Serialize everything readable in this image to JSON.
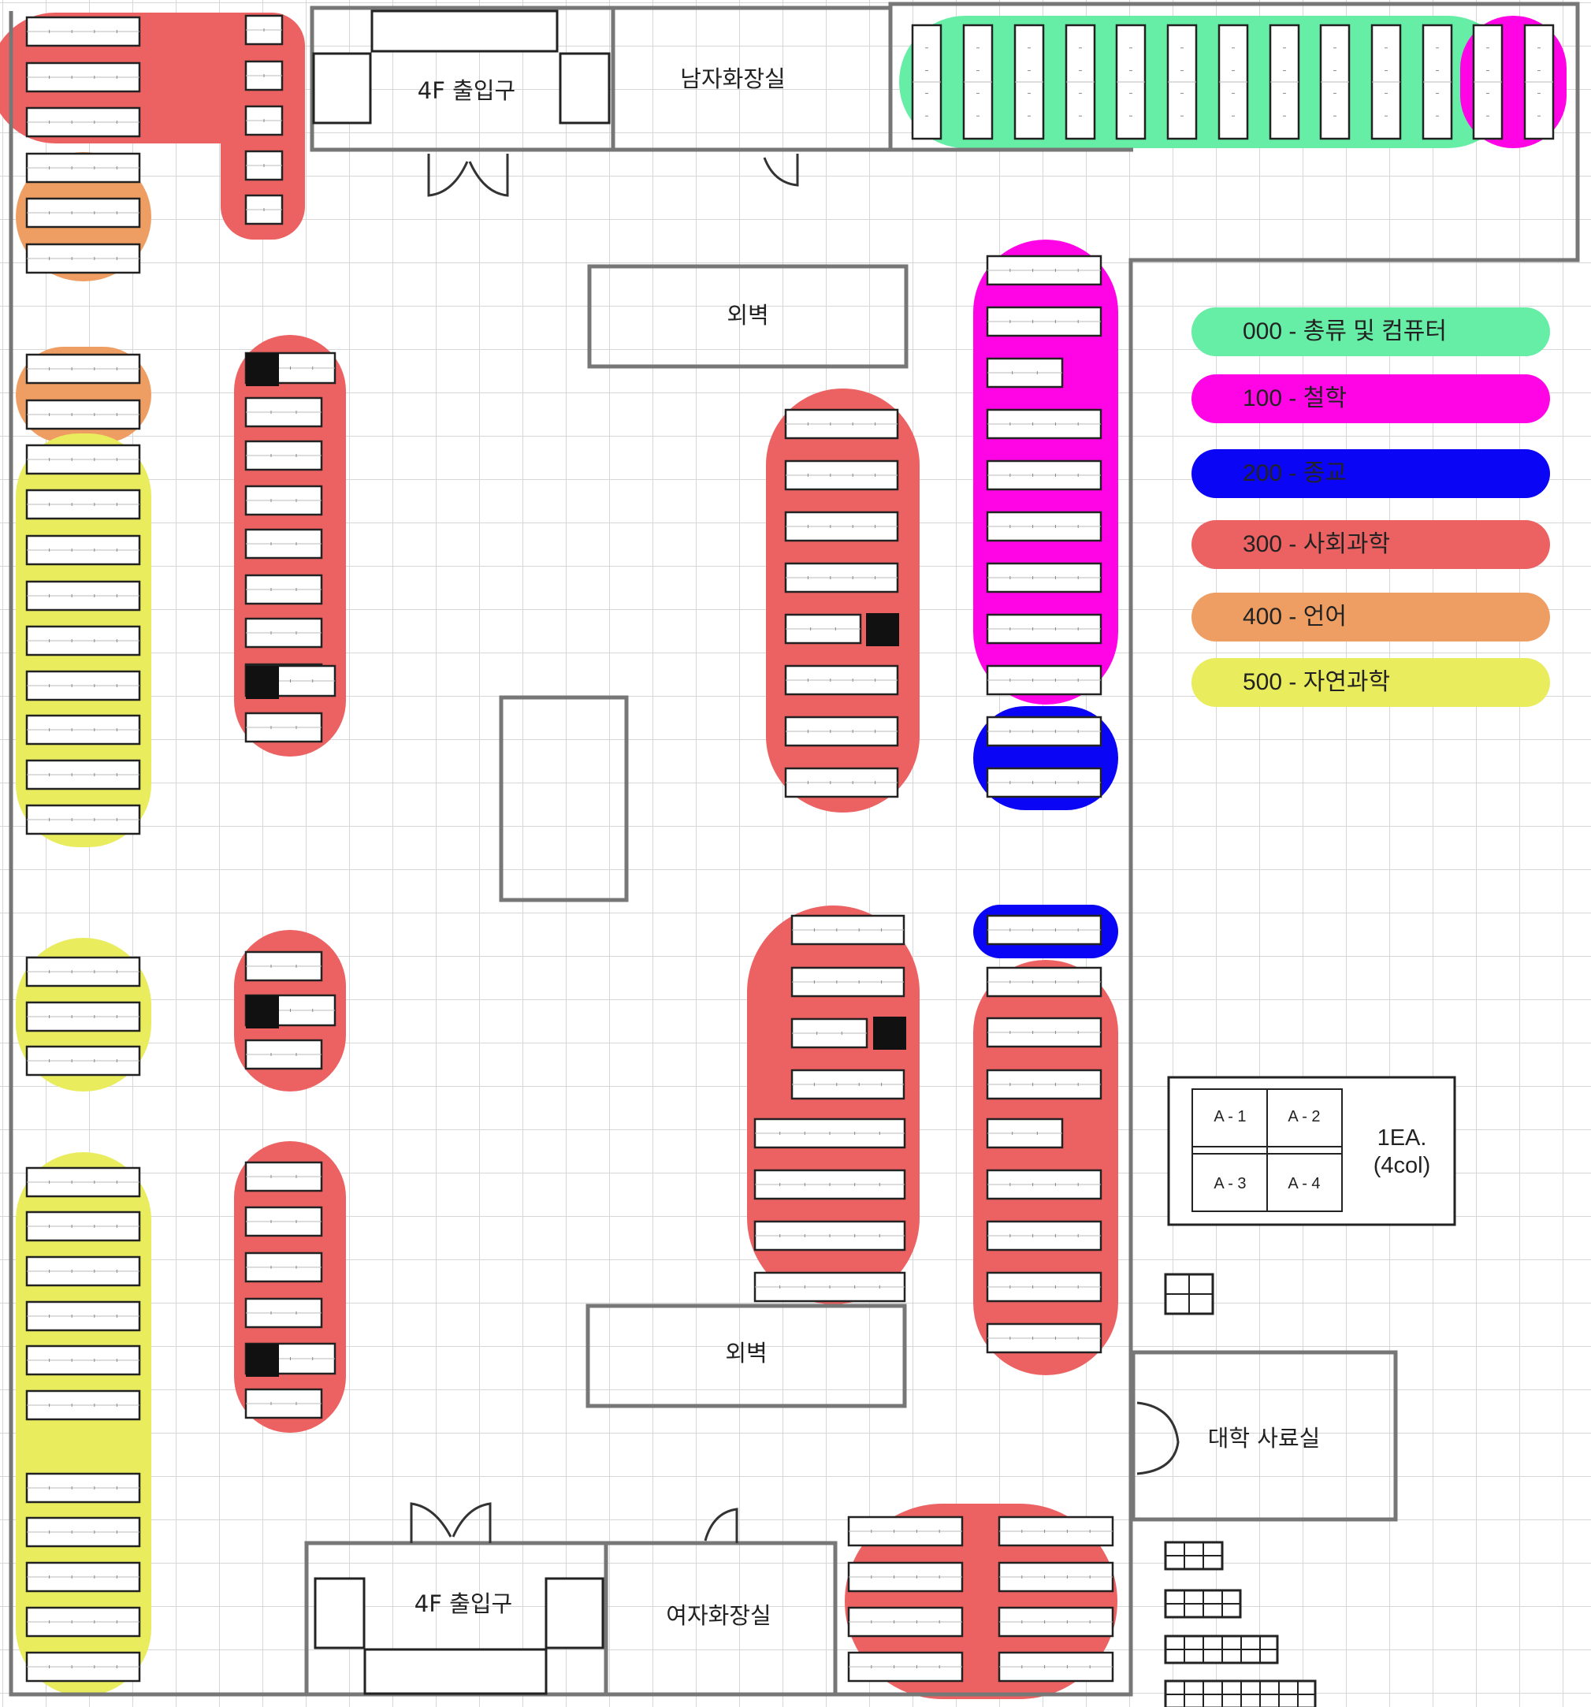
{
  "rooms": {
    "entrance_top": "4F 출입구",
    "entrance_bottom": "4F 출입구",
    "mens_restroom": "남자화장실",
    "womens_restroom": "여자화장실",
    "outer_wall_top": "외벽",
    "outer_wall_bottom": "외벽",
    "university_archive": "대학 사료실"
  },
  "legend": [
    {
      "label": "000 - 총류 및 컴퓨터",
      "color": "#66eda6"
    },
    {
      "label": "100 - 철학",
      "color": "#ff05e5"
    },
    {
      "label": "200 - 종교",
      "color": "#0a05f5"
    },
    {
      "label": "300 - 사회과학",
      "color": "#ec6262"
    },
    {
      "label": "400 - 언어",
      "color": "#ef9e63"
    },
    {
      "label": "500 - 자연과학",
      "color": "#e9ec5d"
    }
  ],
  "unit_example": {
    "cells": [
      "A - 1",
      "A - 2",
      "A - 3",
      "A - 4"
    ],
    "caption_line1": "1EA.",
    "caption_line2": "(4col)"
  }
}
